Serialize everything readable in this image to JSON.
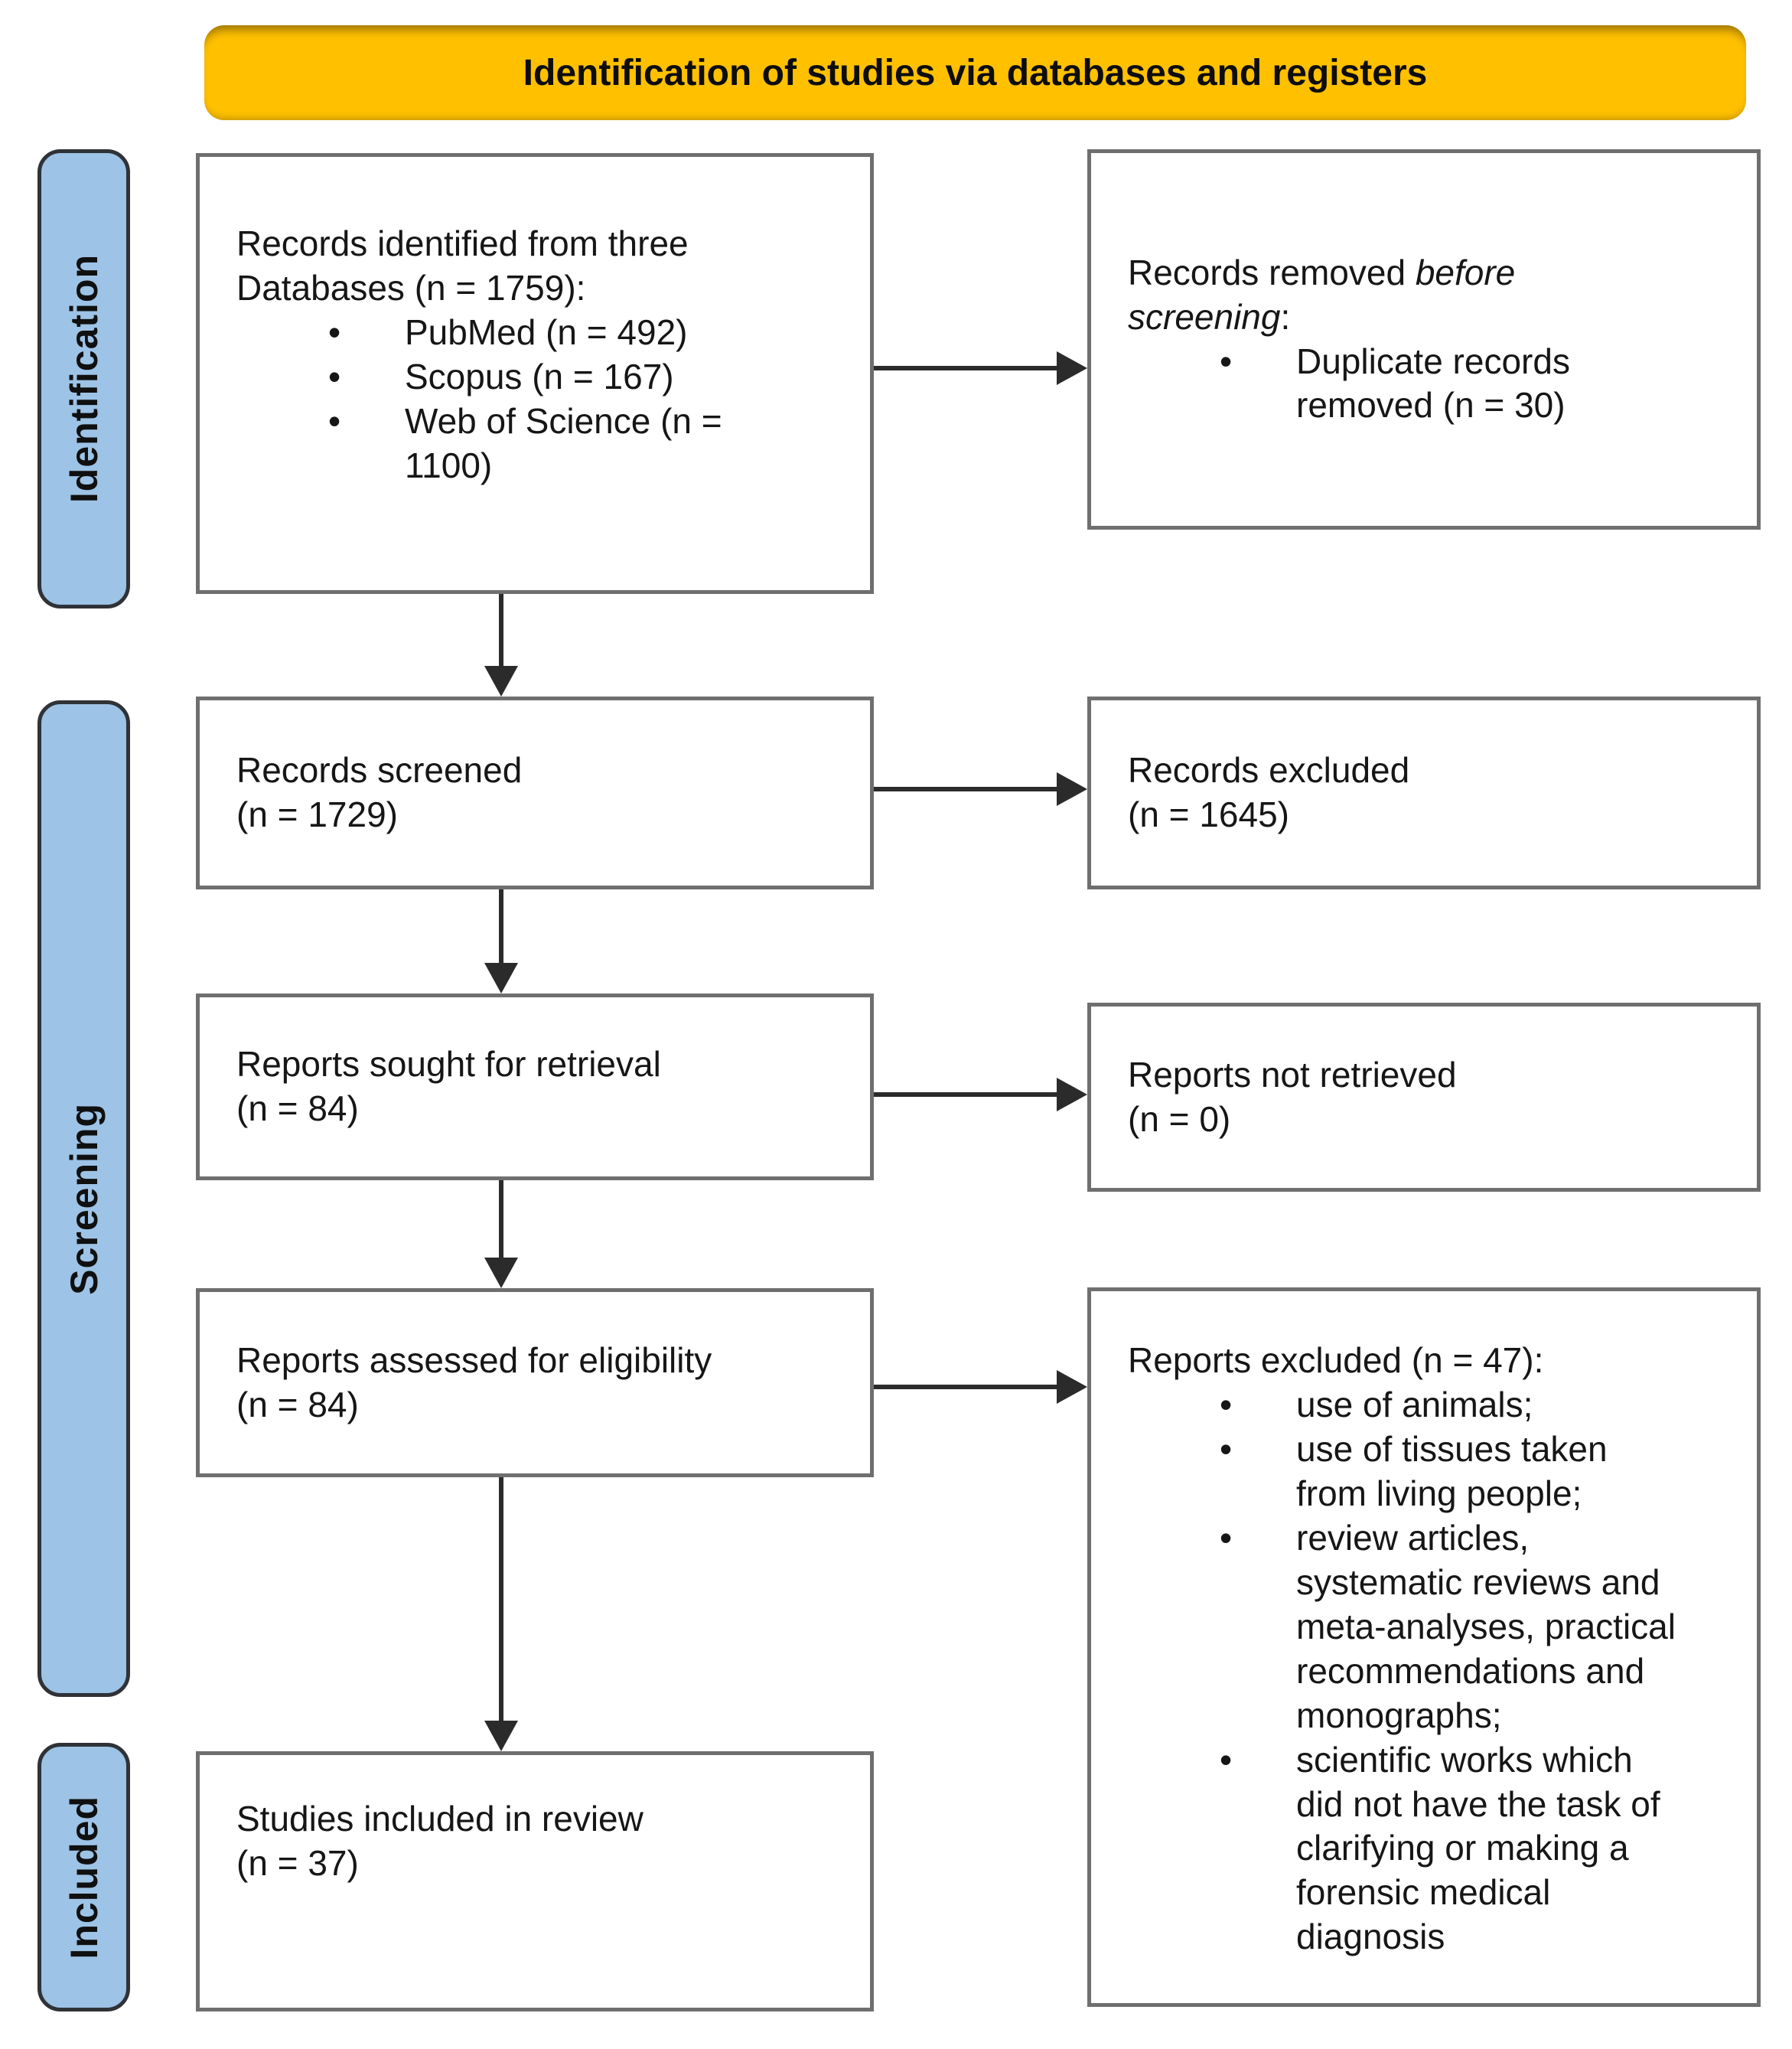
{
  "banner": {
    "title": "Identification of studies via databases and registers"
  },
  "stages": [
    {
      "label": "Identification"
    },
    {
      "label": "Screening"
    },
    {
      "label": "Included"
    }
  ],
  "glyphs": {
    "bullet": "•"
  },
  "colors": {
    "banner_bg": "#FFC000",
    "stage_bg": "#9DC3E6",
    "stage_border": "#2F3237",
    "box_border": "#6F6F6F",
    "arrow": "#2B2B2B",
    "text": "#161616"
  },
  "boxes": {
    "records_identified": {
      "lines": [
        "Records identified from three",
        "Databases (n = 1759):"
      ],
      "bullets": [
        {
          "lines": [
            "PubMed (n = 492)"
          ]
        },
        {
          "lines": [
            "Scopus (n = 167)"
          ]
        },
        {
          "lines": [
            "Web of Science (n =",
            "1100)"
          ]
        }
      ]
    },
    "records_removed": {
      "line1_regular": "Records removed ",
      "line1_italic": "before",
      "line2_italic": "screening",
      "line2_regular": ":",
      "bullets": [
        {
          "lines": [
            "Duplicate records",
            "removed (n = 30)"
          ]
        }
      ]
    },
    "records_screened": {
      "lines": [
        "Records screened",
        "(n = 1729)"
      ]
    },
    "records_excluded": {
      "lines": [
        "Records excluded",
        "(n = 1645)"
      ]
    },
    "reports_sought": {
      "lines": [
        "Reports sought for retrieval",
        "(n = 84)"
      ]
    },
    "reports_not_retrieved": {
      "lines": [
        "Reports not retrieved",
        "(n = 0)"
      ]
    },
    "reports_assessed": {
      "lines": [
        "Reports assessed for eligibility",
        "(n = 84)"
      ]
    },
    "reports_excluded": {
      "lines": [
        "Reports excluded (n = 47):"
      ],
      "bullets": [
        {
          "lines": [
            "use of animals;"
          ]
        },
        {
          "lines": [
            "use of tissues taken",
            "from living people;"
          ]
        },
        {
          "lines": [
            "review articles,",
            "systematic reviews and",
            "meta-analyses, practical",
            "recommendations and",
            "monographs;"
          ]
        },
        {
          "lines": [
            "scientific works which",
            "did not have the task of",
            "clarifying or making a",
            "forensic medical",
            "diagnosis"
          ]
        }
      ]
    },
    "studies_included": {
      "lines": [
        "Studies included in review",
        "(n = 37)"
      ]
    }
  }
}
